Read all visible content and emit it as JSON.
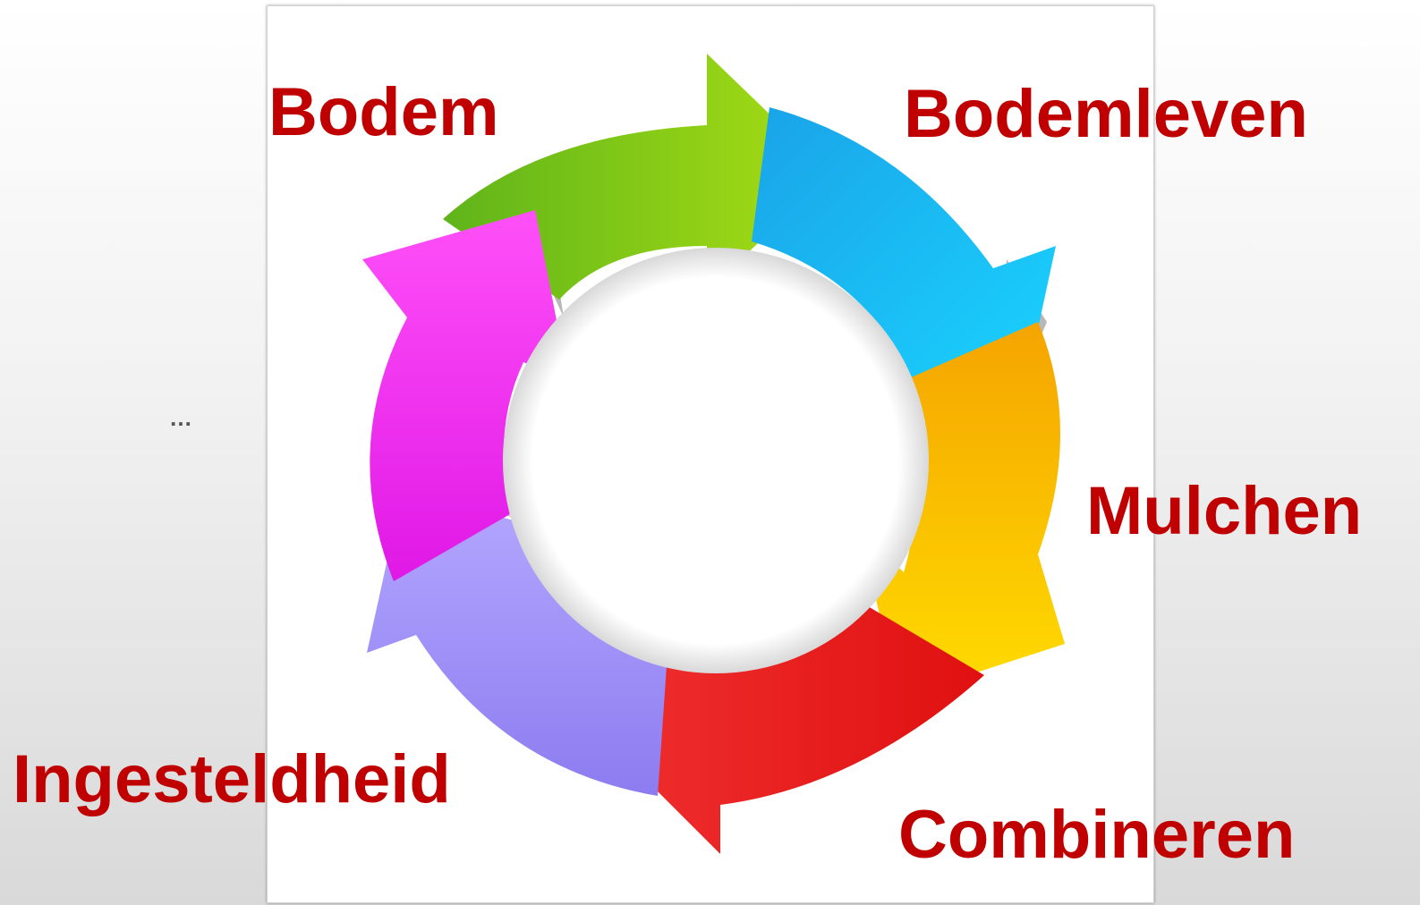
{
  "labels": {
    "bodem": "Bodem",
    "bodemleven": "Bodemleven",
    "mulchen": "Mulchen",
    "combineren": "Combineren",
    "ingesteldheid": "Ingesteldheid"
  },
  "ellipsis": "…",
  "arrows": [
    {
      "name": "green-arrow",
      "color_light": "#a8de14",
      "color_dark": "#5fb41a"
    },
    {
      "name": "blue-arrow",
      "color_light": "#1ad4ff",
      "color_dark": "#1aa3e8"
    },
    {
      "name": "yellow-arrow",
      "color_light": "#ffdc00",
      "color_dark": "#f5a400"
    },
    {
      "name": "red-arrow",
      "color_light": "#f03030",
      "color_dark": "#e01010"
    },
    {
      "name": "lavender-arrow",
      "color_light": "#b4a8ff",
      "color_dark": "#8c7cf0"
    },
    {
      "name": "magenta-arrow",
      "color_light": "#ff50f8",
      "color_dark": "#e018e6"
    }
  ],
  "label_color": "#c00000"
}
